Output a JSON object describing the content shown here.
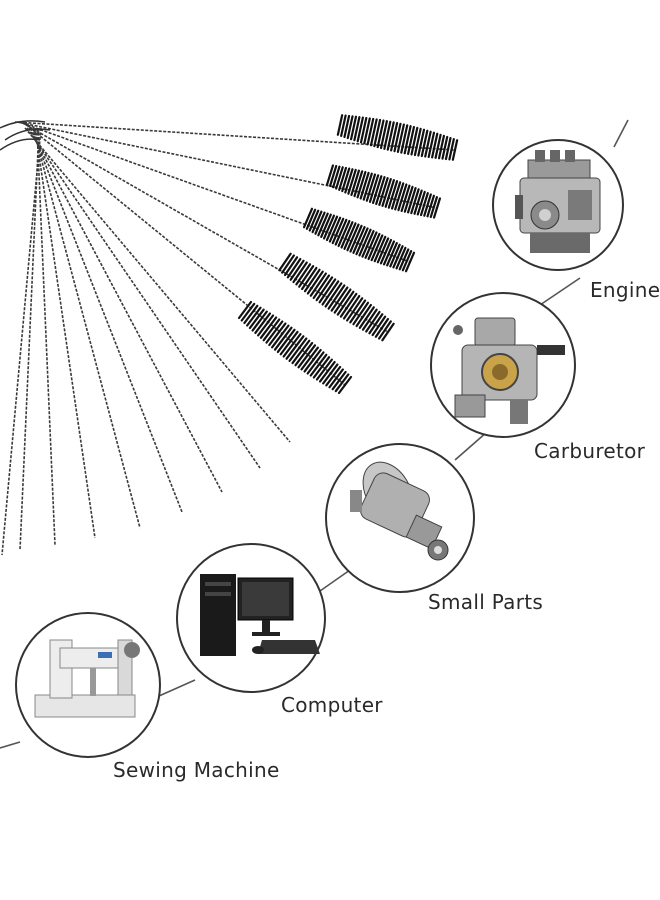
{
  "applications": [
    {
      "id": "engine",
      "label": "Engine",
      "icon": "engine-icon"
    },
    {
      "id": "carburetor",
      "label": "Carburetor",
      "icon": "carburetor-icon"
    },
    {
      "id": "small_parts",
      "label": "Small Parts",
      "icon": "starter-motor-icon"
    },
    {
      "id": "computer",
      "label": "Computer",
      "icon": "computer-icon"
    },
    {
      "id": "sewing_machine",
      "label": "Sewing Machine",
      "icon": "sewing-machine-icon"
    }
  ],
  "colors": {
    "background": "#ffffff",
    "brush_bristles": "#111111",
    "wire": "#3a3a3a",
    "circle_border": "#333333",
    "label_text": "#2a2a2a"
  }
}
